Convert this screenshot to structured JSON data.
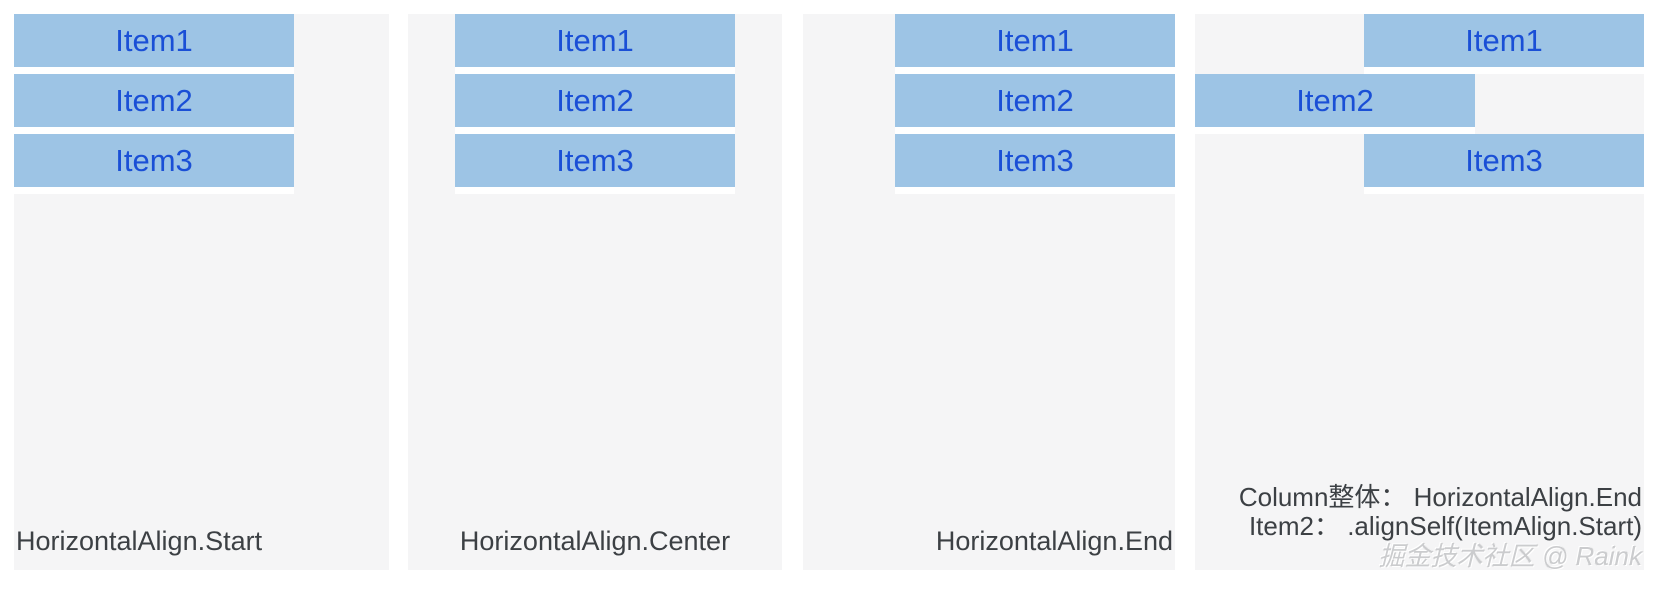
{
  "colors": {
    "panel_bg": "#f5f5f6",
    "bar_fill": "#9dc4e5",
    "bar_text": "#1a4fd6",
    "label_text": "#3c4044",
    "watermark_text": "#cbccce"
  },
  "panels": [
    {
      "align": "start",
      "items": [
        "Item1",
        "Item2",
        "Item3"
      ],
      "label": "HorizontalAlign.Start"
    },
    {
      "align": "center",
      "items": [
        "Item1",
        "Item2",
        "Item3"
      ],
      "label": "HorizontalAlign.Center"
    },
    {
      "align": "end",
      "items": [
        "Item1",
        "Item2",
        "Item3"
      ],
      "label": "HorizontalAlign.End"
    },
    {
      "align": "end-with-item2-self-start",
      "items": [
        "Item1",
        "Item2",
        "Item3"
      ],
      "caption_line1": "Column整体： HorizontalAlign.End",
      "caption_line2": "Item2： .alignSelf(ItemAlign.Start)",
      "watermark": "掘金技术社区 @ Raink"
    }
  ]
}
